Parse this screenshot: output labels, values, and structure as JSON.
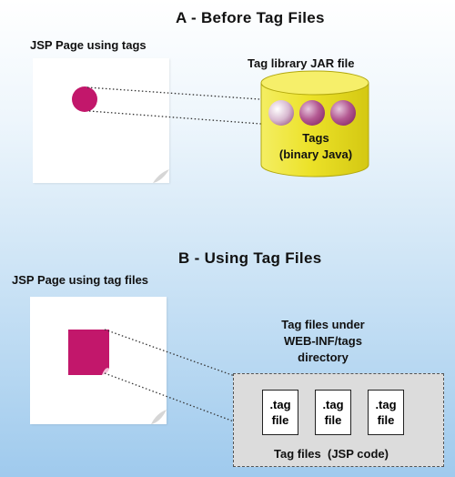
{
  "section_a": {
    "title": "A - Before Tag Files",
    "page_label": "JSP Page using tags",
    "jar_label": "Tag library JAR file",
    "jar_contents_line1": "Tags",
    "jar_contents_line2": "(binary Java)"
  },
  "section_b": {
    "title": "B - Using Tag Files",
    "page_label": "JSP Page using tag files",
    "dir_label_line1": "Tag files under",
    "dir_label_line2": "WEB-INF/tags",
    "dir_label_line3": "directory",
    "tag_files": [
      {
        "line1": ".tag",
        "line2": "file"
      },
      {
        "line1": ".tag",
        "line2": "file"
      },
      {
        "line1": ".tag",
        "line2": "file"
      }
    ],
    "box_caption": "Tag files  (JSP code)"
  },
  "colors": {
    "magenta": "#c2176b",
    "jar_yellow": "#ece229",
    "tag_circle_purple": "#a8407f",
    "dir_box": "#dcdcdc"
  }
}
